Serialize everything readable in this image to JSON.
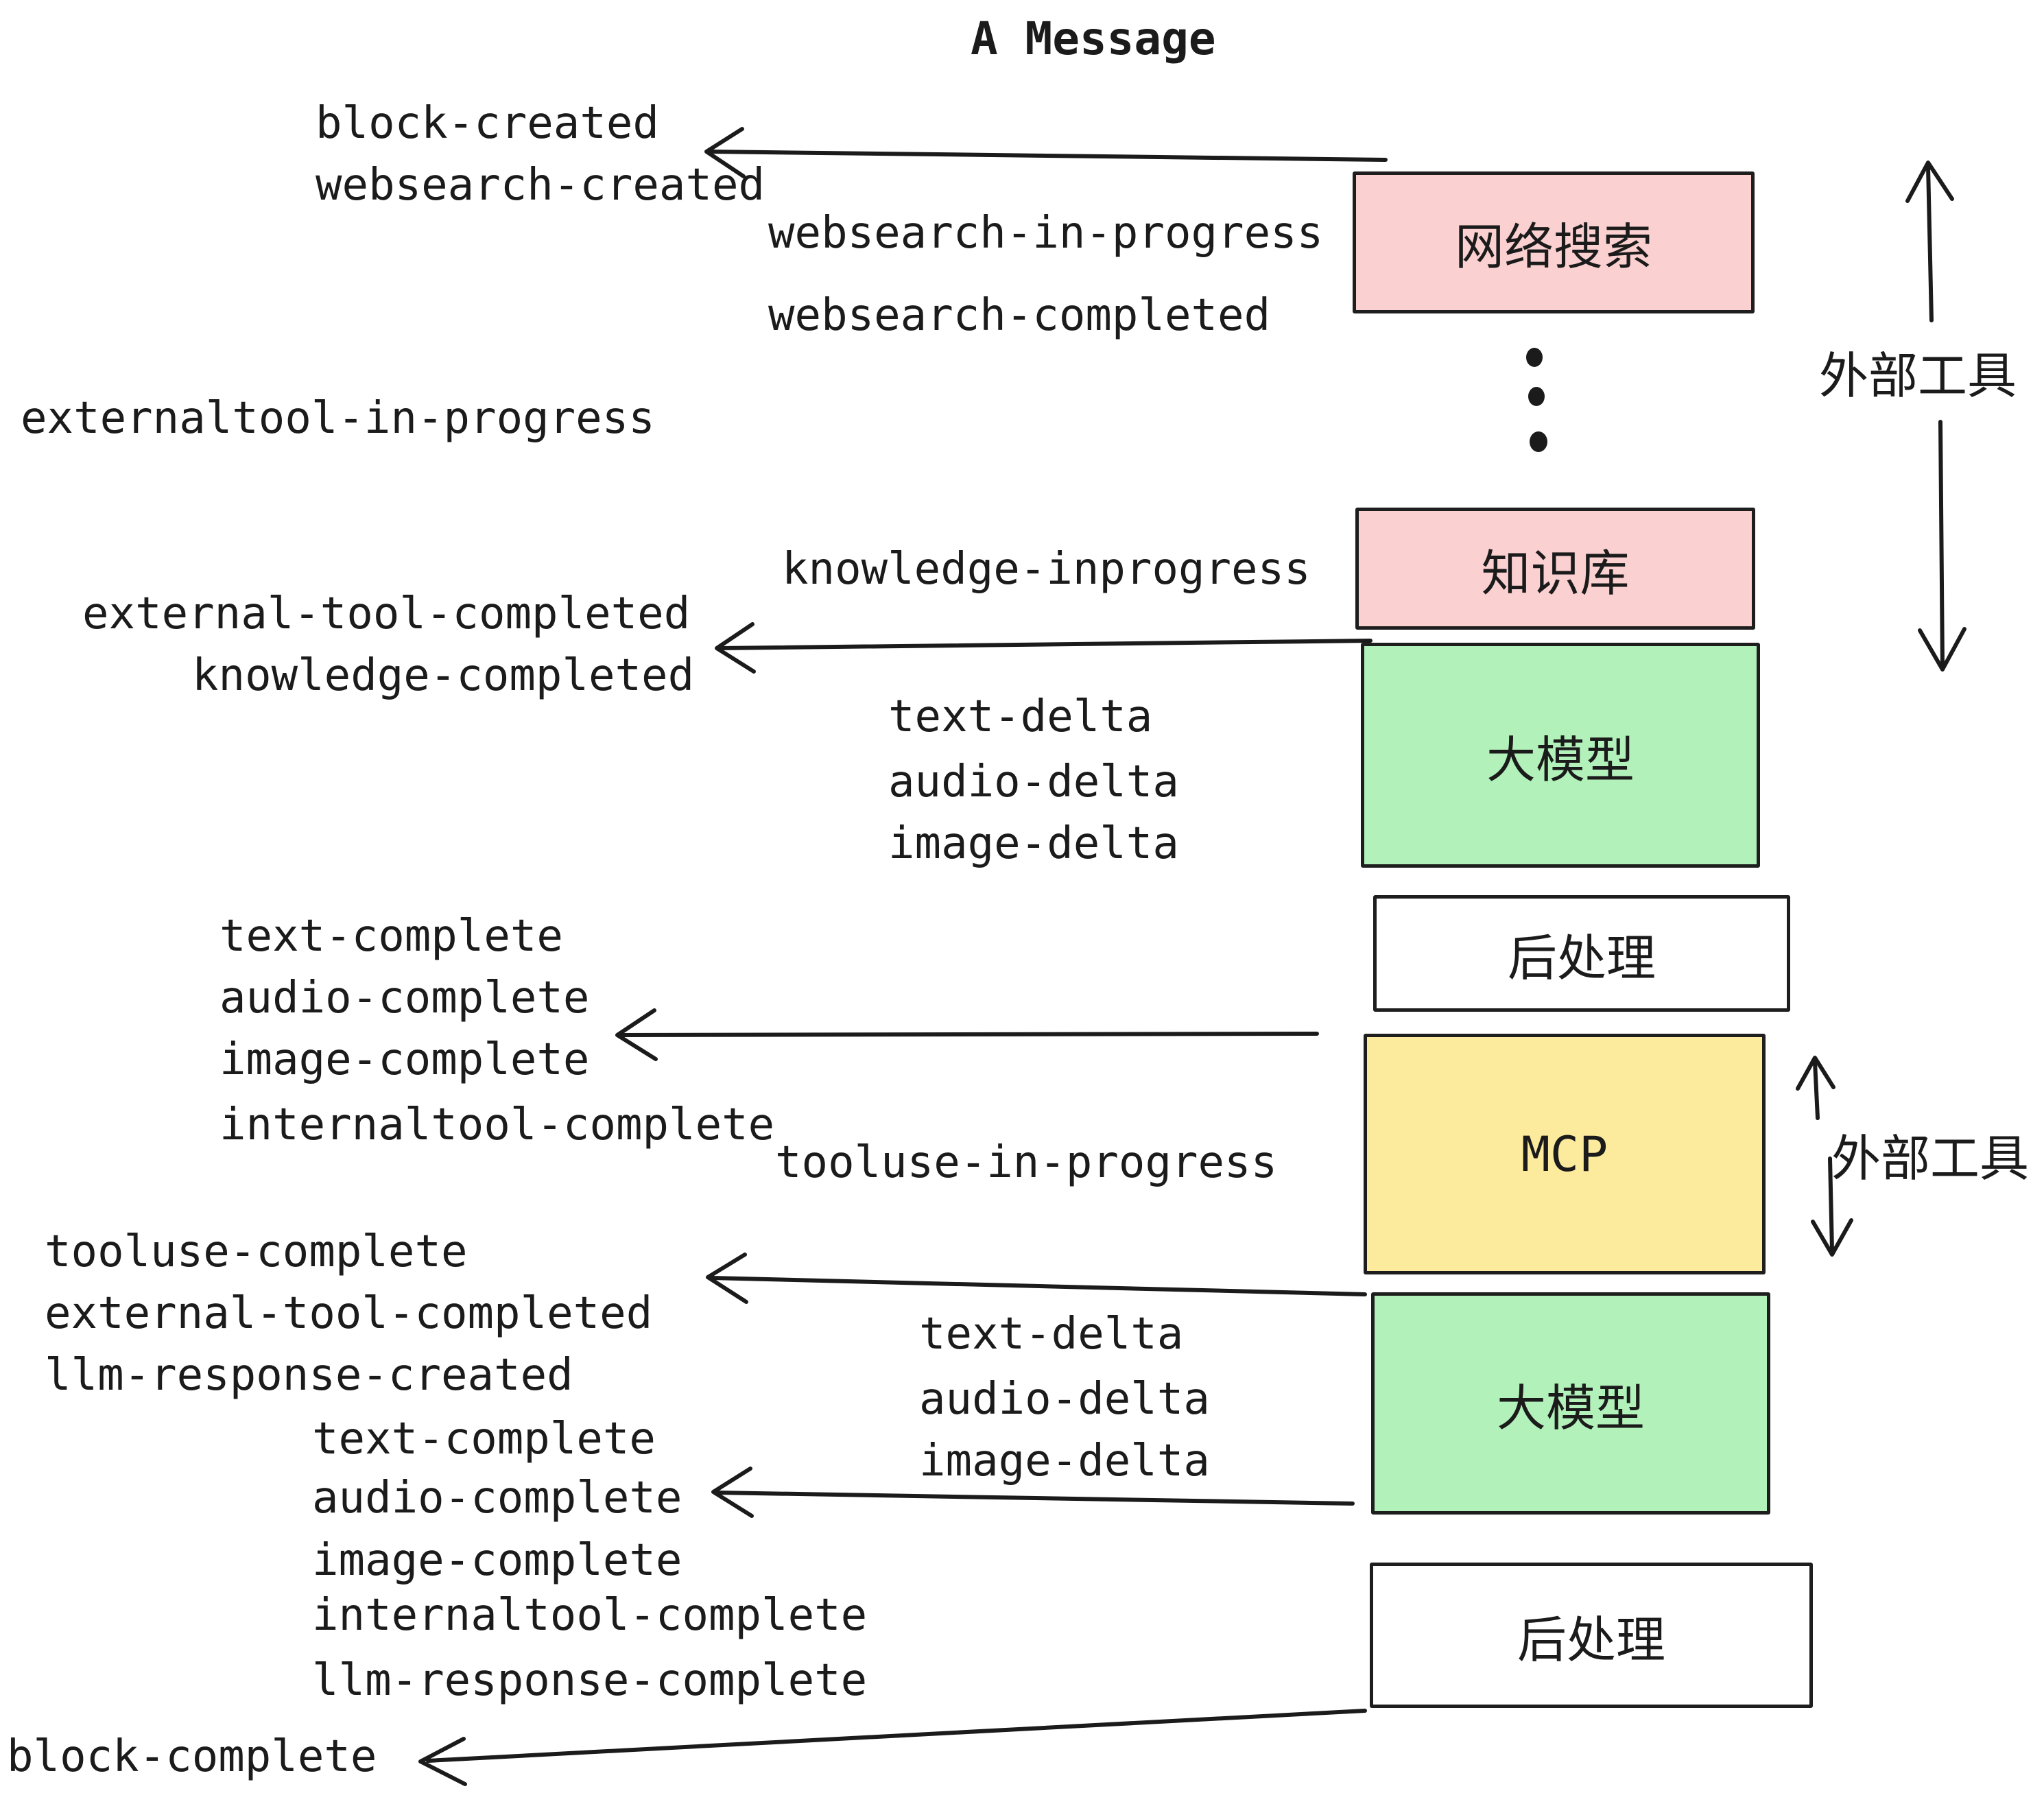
{
  "title": "A Message",
  "colors": {
    "pink": "#fbd0d1",
    "green": "#b2f1ba",
    "yellow": "#fdeb9d",
    "white": "#ffffff",
    "border": "#1e1e1e",
    "text": "#1b1b1b"
  },
  "boxes": [
    {
      "id": "websearch",
      "label": "网络搜索",
      "color": "pink"
    },
    {
      "id": "knowledge",
      "label": "知识库",
      "color": "pink"
    },
    {
      "id": "llm-1",
      "label": "大模型",
      "color": "green"
    },
    {
      "id": "post-1",
      "label": "后处理",
      "color": "white"
    },
    {
      "id": "mcp",
      "label": "MCP",
      "color": "yellow"
    },
    {
      "id": "llm-2",
      "label": "大模型",
      "color": "green"
    },
    {
      "id": "post-2",
      "label": "后处理",
      "color": "white"
    }
  ],
  "side_labels": [
    {
      "text": "外部工具"
    },
    {
      "text": "外部工具"
    }
  ],
  "events": [
    {
      "text": "block-created"
    },
    {
      "text": "websearch-created"
    },
    {
      "text": "websearch-in-progress"
    },
    {
      "text": "websearch-completed"
    },
    {
      "text": "externaltool-in-progress"
    },
    {
      "text": "knowledge-inprogress"
    },
    {
      "text": "external-tool-completed"
    },
    {
      "text": "knowledge-completed"
    },
    {
      "text": "text-delta"
    },
    {
      "text": "audio-delta"
    },
    {
      "text": "image-delta"
    },
    {
      "text": "text-complete"
    },
    {
      "text": "audio-complete"
    },
    {
      "text": "image-complete"
    },
    {
      "text": "internaltool-complete"
    },
    {
      "text": "tooluse-in-progress"
    },
    {
      "text": "tooluse-complete"
    },
    {
      "text": "external-tool-completed"
    },
    {
      "text": "llm-response-created"
    },
    {
      "text": "text-complete"
    },
    {
      "text": "audio-complete"
    },
    {
      "text": "image-complete"
    },
    {
      "text": "internaltool-complete"
    },
    {
      "text": "llm-response-complete"
    },
    {
      "text": "text-delta"
    },
    {
      "text": "audio-delta"
    },
    {
      "text": "image-delta"
    },
    {
      "text": "block-complete"
    }
  ]
}
